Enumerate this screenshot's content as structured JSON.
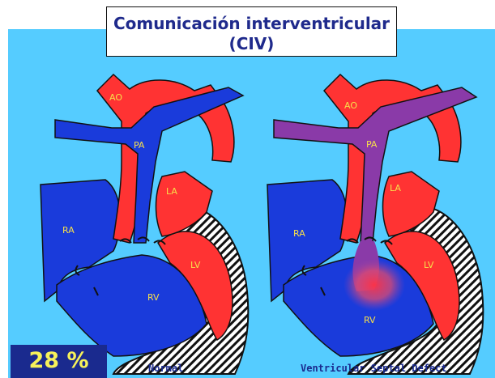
{
  "title": {
    "line1": "Comunicación interventricular",
    "line2": "(CIV)"
  },
  "percentage": "28 %",
  "captions": {
    "normal": "Normal",
    "vsd": "Ventricular Septal Defect"
  },
  "chamber_labels": {
    "ao": "AO",
    "pa": "PA",
    "la": "LA",
    "ra": "RA",
    "lv": "LV",
    "rv": "RV"
  },
  "colors": {
    "background_panel": "#55ccff",
    "oxygenated_red": "#ff3333",
    "deoxygenated_blue": "#1a3bdb",
    "mixed_purple": "#8a3aa8",
    "title_text": "#1f2a8c",
    "percent_box": "#1a2a8e",
    "percent_text": "#f7f25a",
    "label_yellow": "#f7e04a"
  },
  "icons": {
    "normal_heart": "heart-diagram-normal",
    "vsd_heart": "heart-diagram-vsd"
  }
}
